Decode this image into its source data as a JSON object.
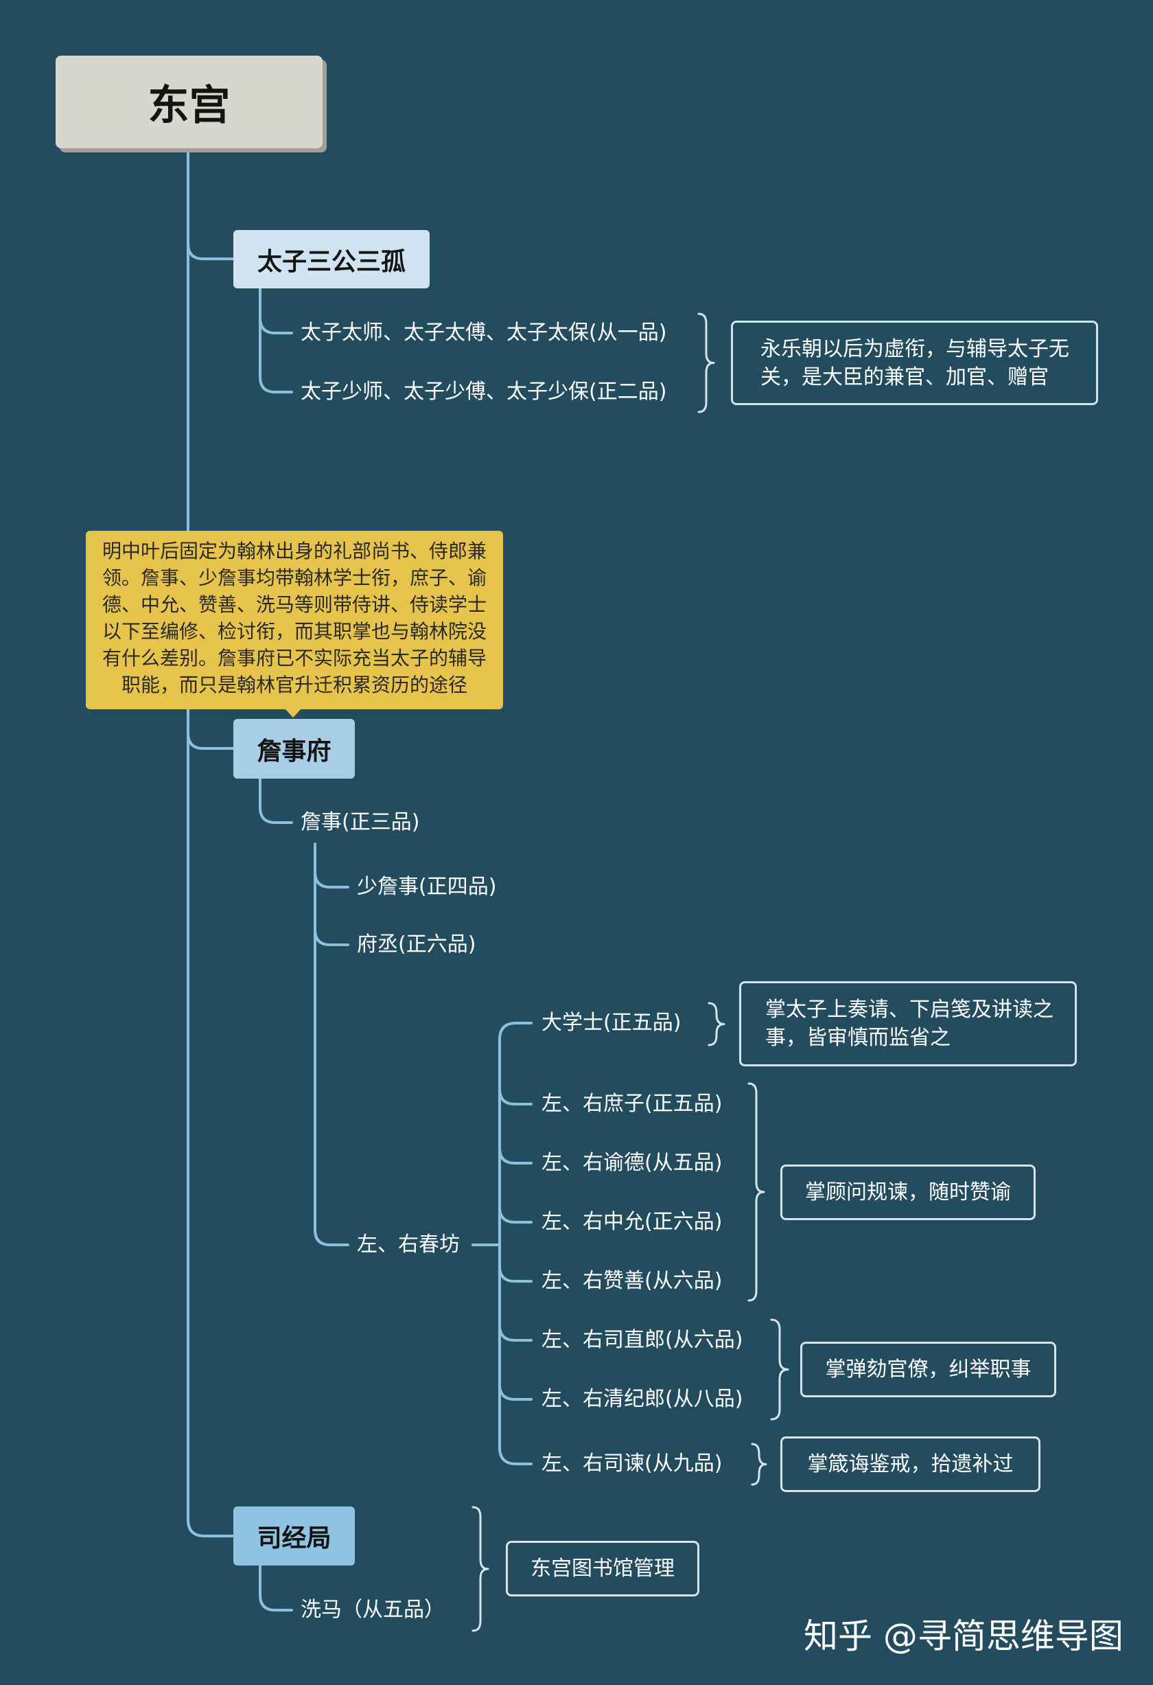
{
  "root": {
    "label": "东宫"
  },
  "taizi_sangong_sangu": {
    "label": "太子三公三孤",
    "items": [
      "太子太师、太子太傅、太子太保(从一品)",
      "太子少师、太子少傅、太子少保(正二品)"
    ],
    "note": "永乐朝以后为虚衔，与辅导太子无关，是大臣的兼官、加官、赠官"
  },
  "zhanshifu": {
    "label": "詹事府",
    "callout": "明中叶后固定为翰林出身的礼部尚书、侍郎兼领。詹事、少詹事均带翰林学士衔，庶子、谕德、中允、赞善、洗马等则带侍讲、侍读学士以下至编修、检讨衔，而其职掌也与翰林院没有什么差别。詹事府已不实际充当太子的辅导职能，而只是翰林官升迁积累资历的途径",
    "head": "詹事(正三品)",
    "subordinates": [
      "少詹事(正四品)",
      "府丞(正六品)",
      "左、右春坊"
    ],
    "chunfang_officials": [
      "大学士(正五品)",
      "左、右庶子(正五品)",
      "左、右谕德(从五品)",
      "左、右中允(正六品)",
      "左、右赞善(从六品)",
      "左、右司直郎(从六品)",
      "左、右清纪郎(从八品)",
      "左、右司谏(从九品)"
    ],
    "chunfang_notes": [
      "掌太子上奏请、下启笺及讲读之事，皆审慎而监省之",
      "掌顾问规谏，随时赞谕",
      "掌弹劾官僚，纠举职事",
      "掌箴诲鉴戒，拾遗补过"
    ]
  },
  "sijingju": {
    "label": "司经局",
    "items": [
      "洗马（从五品）"
    ],
    "note": "东宫图书馆管理"
  },
  "watermark": "知乎 @寻简思维导图",
  "colors": {
    "background": "#234c5e",
    "line": "#8ebfdc",
    "brace": "#d4e3ec",
    "root_fill": "#d8d7cf",
    "root_shadow": "#a19f97",
    "branch_1_fill": "#cfe3f0",
    "branch_2_fill": "#a8cee6",
    "branch_3_fill": "#8ec3e1",
    "callout_fill": "#e6c34b",
    "text_light": "#ffffff",
    "text_dark": "#141414"
  }
}
